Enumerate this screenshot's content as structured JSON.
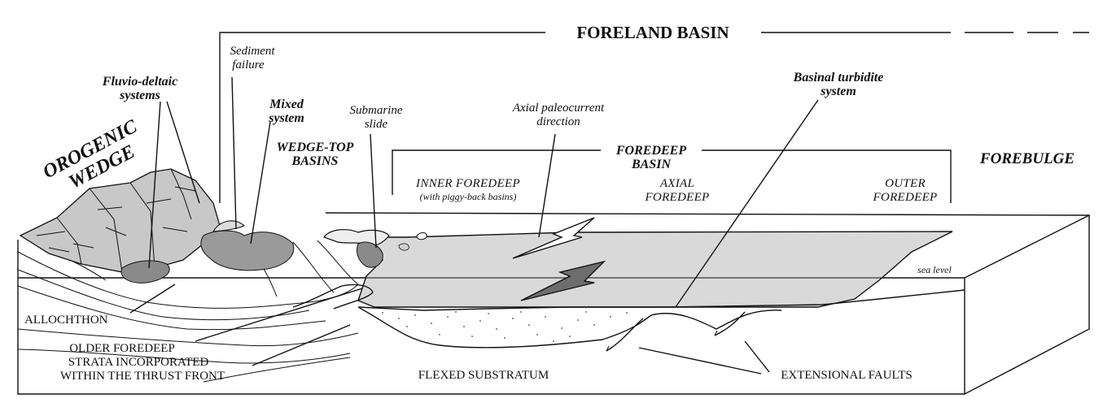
{
  "title": "FORELAND BASIN",
  "labels": {
    "orogenic_wedge_1": "OROGENIC",
    "orogenic_wedge_2": "WEDGE",
    "fluvio_1": "Fluvio-deltaic",
    "fluvio_2": "systems",
    "sediment_1": "Sediment",
    "sediment_2": "failure",
    "mixed_1": "Mixed",
    "mixed_2": "system",
    "submarine_1": "Submarine",
    "submarine_2": "slide",
    "wedge_top_1": "WEDGE-TOP",
    "wedge_top_2": "BASINS",
    "axial_paleo_1": "Axial paleocurrent",
    "axial_paleo_2": "direction",
    "basinal_1": "Basinal turbidite",
    "basinal_2": "system",
    "foredeep_1": "FOREDEEP",
    "foredeep_2": "BASIN",
    "forebulge": "FOREBULGE",
    "inner_foredeep": "INNER FOREDEEP",
    "piggy_back": "(with piggy-back basins)",
    "axial_foredeep_1": "AXIAL",
    "axial_foredeep_2": "FOREDEEP",
    "outer_foredeep_1": "OUTER",
    "outer_foredeep_2": "FOREDEEP",
    "sea_level": "sea level",
    "allochthon": "ALLOCHTHON",
    "older_1": "OLDER FOREDEEP",
    "older_2": "STRATA INCORPORATED",
    "older_3": "WITHIN THE THRUST FRONT",
    "flexed": "FLEXED SUBSTRATUM",
    "extensional": "EXTENSIONAL FAULTS"
  },
  "colors": {
    "ink": "#111111",
    "basin_fill": "#d9d9d9",
    "wedge_fill": "#c8c8c8",
    "deposit_fill": "#8a8a8a",
    "arrow_dark": "#6e6e6e"
  }
}
